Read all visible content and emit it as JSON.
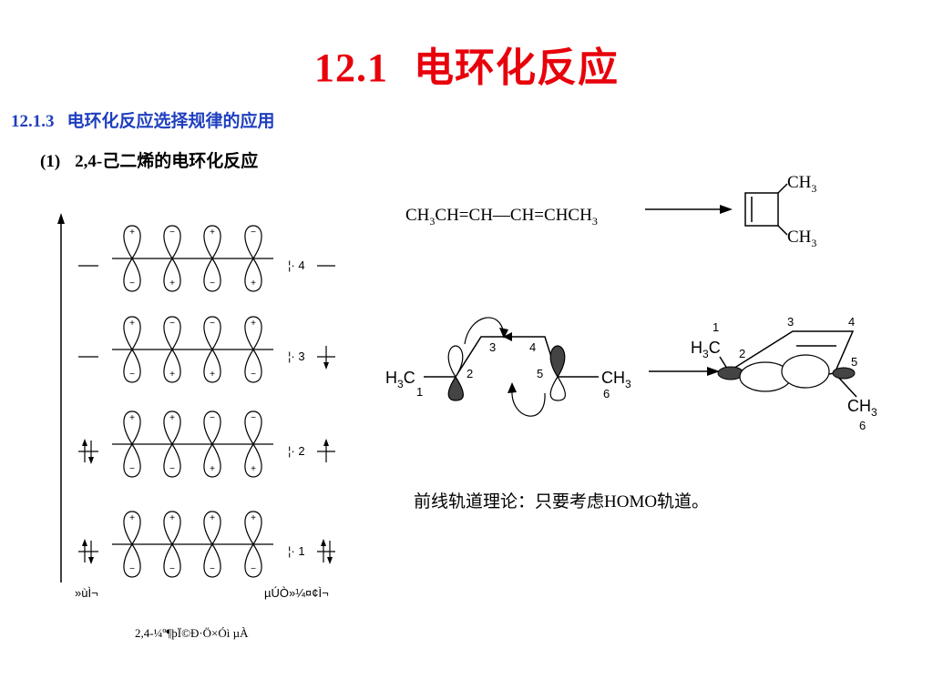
{
  "slide": {
    "title_number": "12.1",
    "title_text": "电环化反应",
    "subtitle_number": "12.1.3",
    "subtitle_text": "电环化反应选择规律的应用",
    "section_number": "(1)",
    "section_text": "2,4-己二烯的电环化反应",
    "frontier_note": "前线轨道理论：只要考虑HOMO轨道。"
  },
  "mo_diagram": {
    "levels": [
      {
        "label": "¦· 4",
        "signs_top": [
          "+",
          "−",
          "+",
          "−"
        ],
        "signs_bottom": [
          "−",
          "+",
          "−",
          "+"
        ],
        "occupancy": 0
      },
      {
        "label": "¦· 3",
        "signs_top": [
          "+",
          "−",
          "−",
          "+"
        ],
        "signs_bottom": [
          "−",
          "+",
          "+",
          "−"
        ],
        "occupancy": 0
      },
      {
        "label": "¦· 2",
        "signs_top": [
          "+",
          "+",
          "−",
          "−"
        ],
        "signs_bottom": [
          "−",
          "−",
          "+",
          "+"
        ],
        "occupancy": 2
      },
      {
        "label": "¦· 1",
        "signs_top": [
          "+",
          "+",
          "+",
          "+"
        ],
        "signs_bottom": [
          "−",
          "−",
          "−",
          "−"
        ],
        "occupancy": 2
      }
    ],
    "ground_state_label": "»ùÌ¬",
    "excited_state_label": "µÚÒ»¼¤¢Ì¬",
    "caption": "2,4-¼º¶þÏ©Ð·Ö×Óì µÀ"
  },
  "reaction": {
    "reactant": {
      "a": "CH",
      "a_sub": "3",
      "b": "CH=CH—CH=CHCH",
      "b_sub": "3"
    },
    "product_top": {
      "a": "CH",
      "a_sub": "3"
    },
    "product_bottom": {
      "a": "CH",
      "a_sub": "3"
    }
  },
  "orbital_left": {
    "left_group": {
      "a": "H",
      "a_sub": "3",
      "b": "C"
    },
    "right_group": {
      "a": "CH",
      "a_sub": "3"
    },
    "numbers": [
      "1",
      "2",
      "3",
      "4",
      "5",
      "6"
    ]
  },
  "orbital_right": {
    "left_group": {
      "a": "H",
      "a_sub": "3",
      "b": "C"
    },
    "right_group": {
      "a": "CH",
      "a_sub": "3"
    },
    "numbers": [
      "1",
      "2",
      "3",
      "4",
      "5",
      "6"
    ]
  }
}
